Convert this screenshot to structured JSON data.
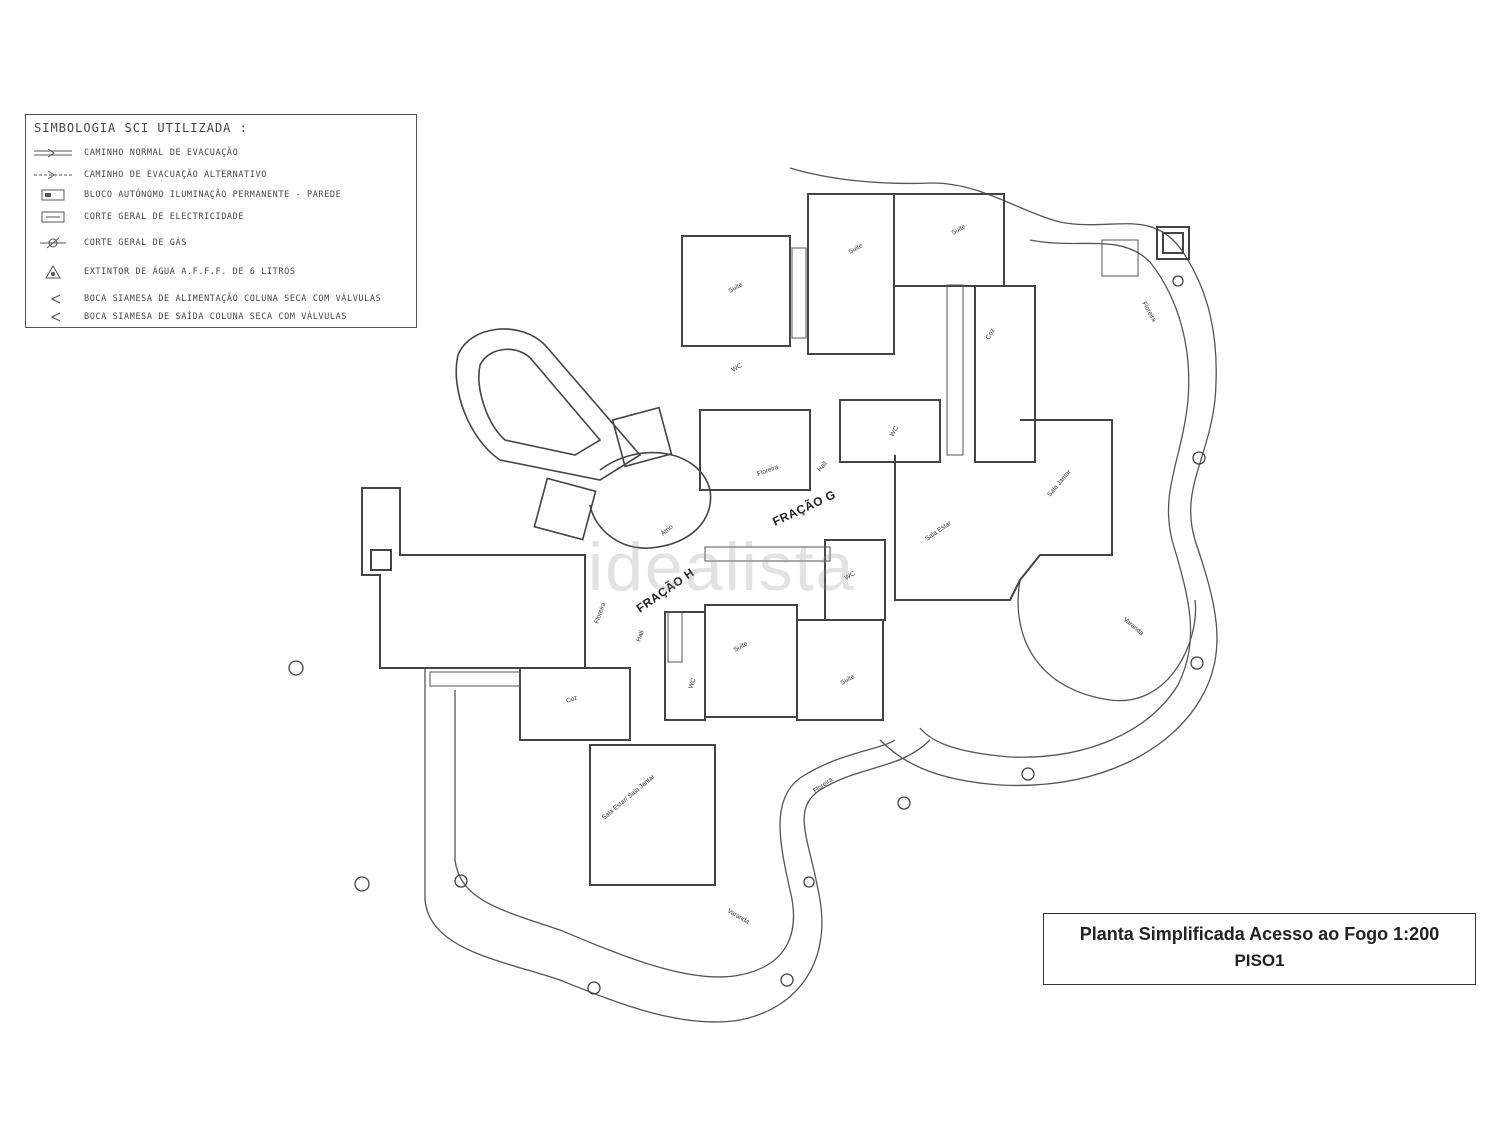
{
  "legend": {
    "title": "SIMBOLOGIA SCI UTILIZADA :",
    "items": [
      {
        "label": "CAMINHO NORMAL DE EVACUAÇÃO",
        "icon": "evacuation-normal-arrow-icon"
      },
      {
        "label": "CAMINHO DE EVACUAÇÃO ALTERNATIVO",
        "icon": "evacuation-alternative-arrow-icon"
      },
      {
        "label": "BLOCO AUTÓNOMO ILUMINAÇÃO PERMANENTE - PAREDE",
        "icon": "emergency-light-icon"
      },
      {
        "label": "CORTE GERAL DE ELECTRICIDADE",
        "icon": "electric-cutoff-icon"
      },
      {
        "label": "CORTE GERAL DE GÁS",
        "icon": "gas-cutoff-icon"
      },
      {
        "label": "EXTINTOR DE ÁGUA A.F.F.F. DE 6 LITROS",
        "icon": "fire-extinguisher-icon"
      },
      {
        "label": "BOCA SIAMESA DE ALIMENTAÇÃO COLUNA SECA COM VÁLVULAS",
        "icon": "siamese-inlet-icon"
      },
      {
        "label": "BOCA SIAMESA DE SAÍDA COLUNA SECA COM VÁLVULAS",
        "icon": "siamese-outlet-icon"
      }
    ]
  },
  "title_block": {
    "line1": "Planta Simplificada Acesso ao Fogo 1:200",
    "line2": "PISO1"
  },
  "fractions": {
    "g": "FRAÇÃO G",
    "h": "FRAÇÃO H"
  },
  "rooms": {
    "suite_1": "Suite",
    "suite_2": "Suite",
    "suite_3": "Suite",
    "suite_4": "Suite",
    "suite_5": "Suite",
    "wc_1": "WC",
    "wc_2": "WC",
    "wc_3": "WC",
    "wc_4": "WC",
    "coz_1": "Coz",
    "coz_2": "Coz",
    "floreira_1": "Floreira",
    "floreira_2": "Floreira",
    "floreira_3": "Floreira",
    "floreira_4": "Floreira",
    "hall_1": "Hall",
    "hall_2": "Hall",
    "atrio": "Átrio",
    "sala_estar": "Sala Estar",
    "sala_jantar": "Sala Jantar",
    "sala_estar_jantar": "Sala Estar/ Sala Jantar",
    "varanda_1": "Varanda",
    "varanda_2": "Varanda"
  },
  "watermark": "idealista"
}
